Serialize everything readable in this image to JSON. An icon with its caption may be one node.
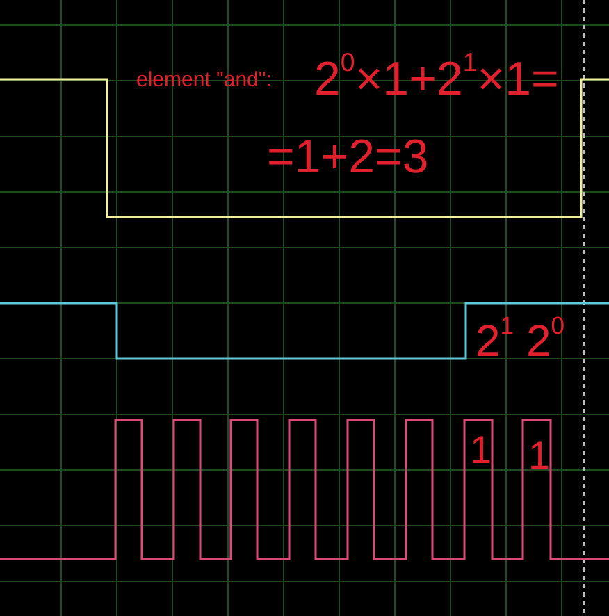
{
  "diagram": {
    "labels": [
      "element \"and\":",
      "2$^{0}$×1+2$^{1}$×1=",
      "=1+2=3",
      "2$^{1}$ 2$^{0}$",
      "1",
      "1"
    ]
  }
}
